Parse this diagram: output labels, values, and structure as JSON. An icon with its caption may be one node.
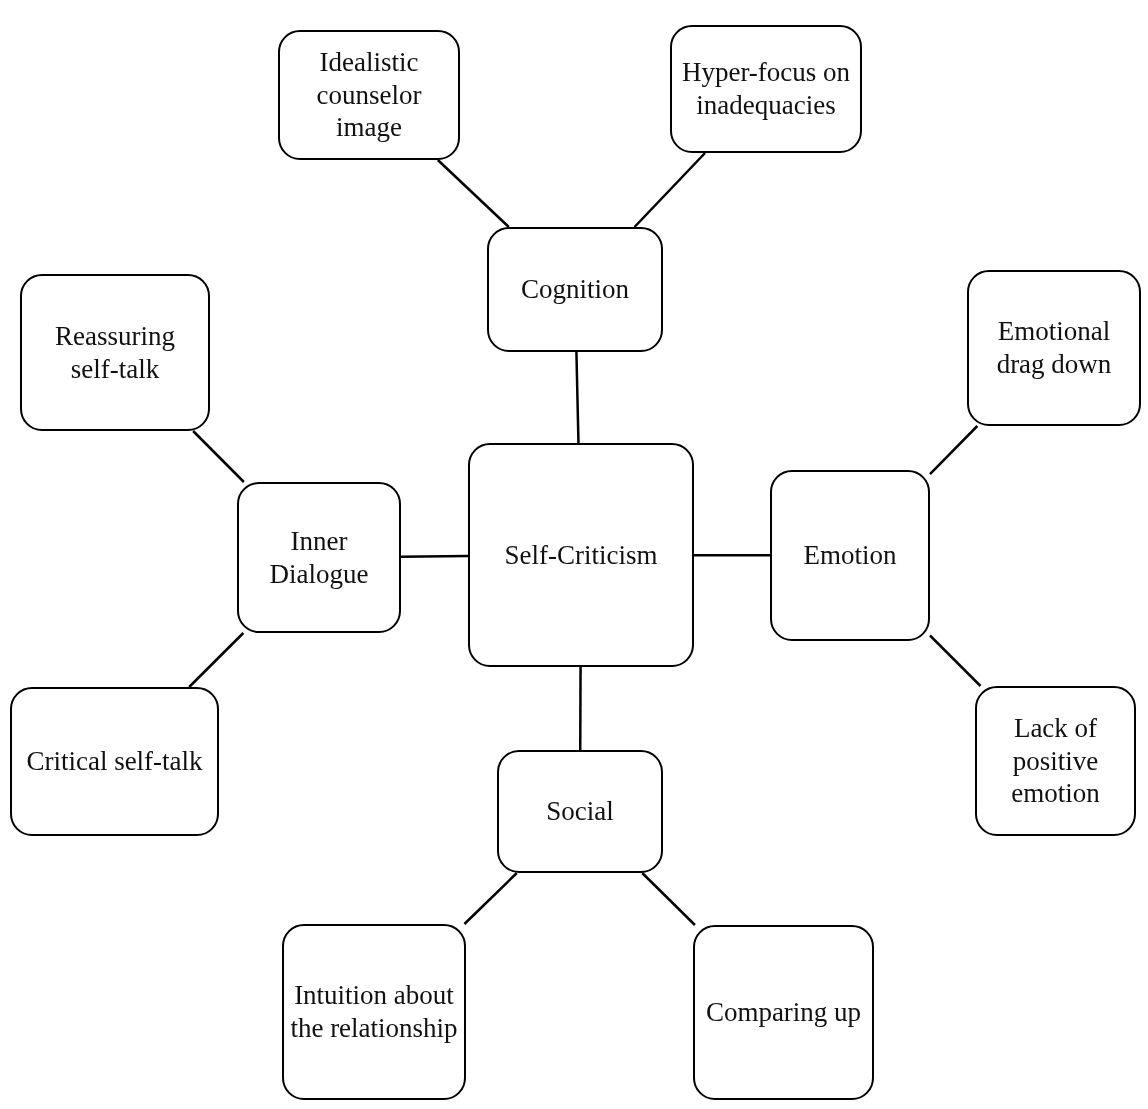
{
  "diagram": {
    "nodes": [
      {
        "text": [
          "Self-Criticism"
        ]
      },
      {
        "text": [
          "Cognition"
        ]
      },
      {
        "text": [
          "Idealistic counselor image"
        ]
      },
      {
        "text": [
          "Hyper-focus on inadequacies"
        ]
      },
      {
        "text": [
          "Inner Dialogue"
        ]
      },
      {
        "text": [
          "Reassuring self-talk"
        ]
      },
      {
        "text": [
          "Critical self-talk"
        ]
      },
      {
        "text": [
          "Emotion"
        ]
      },
      {
        "text": [
          "Emotional drag down"
        ]
      },
      {
        "text": [
          "Lack of positive emotion"
        ]
      },
      {
        "text": [
          "Social"
        ]
      },
      {
        "text": [
          "Intuition about the relationship"
        ]
      },
      {
        "text": [
          "Comparing up"
        ]
      }
    ],
    "edges": [
      {
        "from": 0,
        "to": 1,
        "arrow": "none"
      },
      {
        "from": 1,
        "to": 2,
        "arrow": "none"
      },
      {
        "from": 1,
        "to": 3,
        "arrow": "none"
      },
      {
        "from": 0,
        "to": 4,
        "arrow": "none"
      },
      {
        "from": 4,
        "to": 5,
        "arrow": "none"
      },
      {
        "from": 4,
        "to": 6,
        "arrow": "none"
      },
      {
        "from": 0,
        "to": 7,
        "arrow": "none"
      },
      {
        "from": 7,
        "to": 8,
        "arrow": "none"
      },
      {
        "from": 7,
        "to": 9,
        "arrow": "none"
      },
      {
        "from": 0,
        "to": 10,
        "arrow": "none"
      },
      {
        "from": 10,
        "to": 11,
        "arrow": "none"
      },
      {
        "from": 10,
        "to": 12,
        "arrow": "none"
      }
    ]
  }
}
